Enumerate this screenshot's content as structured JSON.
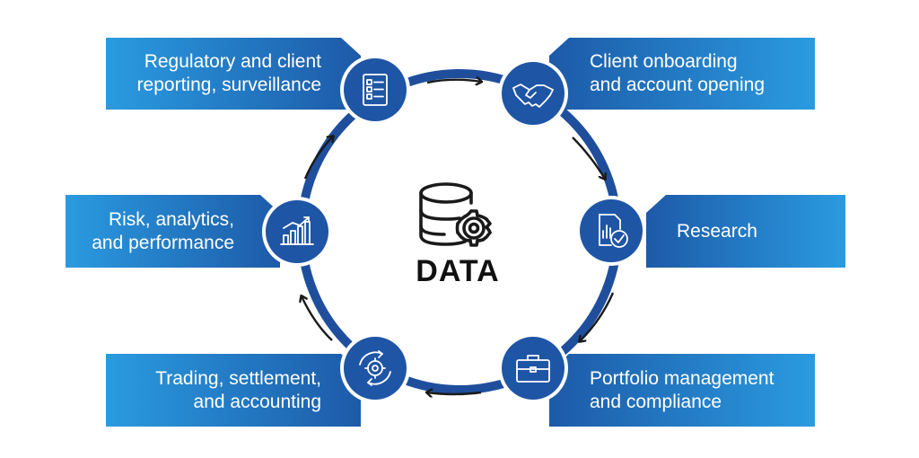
{
  "center": {
    "label": "DATA",
    "icon": "database-gear-icon"
  },
  "stages": [
    {
      "id": "regulatory",
      "lines": [
        "Regulatory and client",
        "reporting, surveillance"
      ],
      "icon": "checklist-icon"
    },
    {
      "id": "onboarding",
      "lines": [
        "Client onboarding",
        "and account opening"
      ],
      "icon": "handshake-icon"
    },
    {
      "id": "research",
      "lines": [
        "Research"
      ],
      "icon": "report-check-icon"
    },
    {
      "id": "portfolio",
      "lines": [
        "Portfolio management",
        "and compliance"
      ],
      "icon": "briefcase-icon"
    },
    {
      "id": "trading",
      "lines": [
        "Trading, settlement,",
        "and accounting"
      ],
      "icon": "cycle-gear-icon"
    },
    {
      "id": "risk",
      "lines": [
        "Risk, analytics,",
        "and performance"
      ],
      "icon": "bar-chart-icon"
    }
  ],
  "colors": {
    "banner_light": "#2a9be0",
    "banner_dark": "#1d5aa8",
    "ring": "#1f4f9c",
    "node_fill": "#1f55a5",
    "node_ring": "#ffffff",
    "arrow": "#1a1a1a",
    "icon_dark": "#1a1a1a"
  }
}
